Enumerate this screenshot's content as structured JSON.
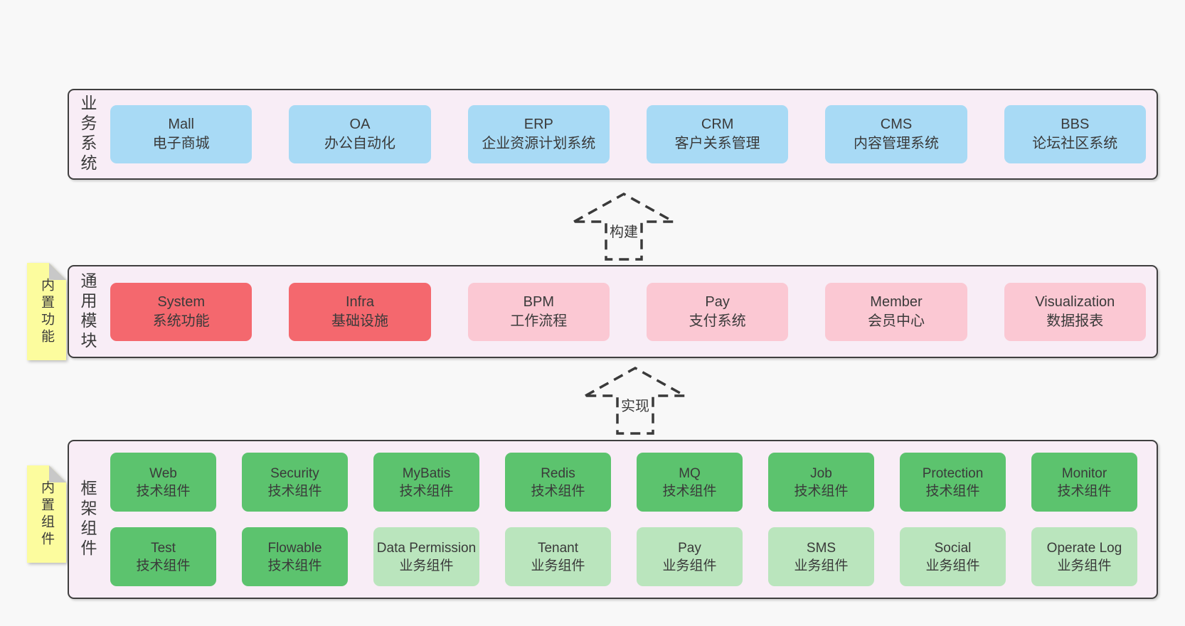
{
  "page": {
    "background": "#f8f8f8",
    "band_background": "#f8edf6",
    "border_color": "#3f3f3f",
    "text_color": "#3a3a3a"
  },
  "sticky_style": {
    "bg": "#fcfc9e",
    "fold": "#c8c8c8"
  },
  "bands": {
    "business": {
      "label": "业务系统",
      "bg": "#f8edf6",
      "boxes": [
        {
          "title": "Mall",
          "subtitle": "电子商城",
          "bg": "#a8daf5"
        },
        {
          "title": "OA",
          "subtitle": "办公自动化",
          "bg": "#a8daf5"
        },
        {
          "title": "ERP",
          "subtitle": "企业资源计划系统",
          "bg": "#a8daf5"
        },
        {
          "title": "CRM",
          "subtitle": "客户关系管理",
          "bg": "#a8daf5"
        },
        {
          "title": "CMS",
          "subtitle": "内容管理系统",
          "bg": "#a8daf5"
        },
        {
          "title": "BBS",
          "subtitle": "论坛社区系统",
          "bg": "#a8daf5"
        }
      ]
    },
    "modules": {
      "label": "通用模块",
      "bg": "#f8edf6",
      "sticky": "内置功能",
      "boxes": [
        {
          "title": "System",
          "subtitle": "系统功能",
          "bg": "#f4686e"
        },
        {
          "title": "Infra",
          "subtitle": "基础设施",
          "bg": "#f4686e"
        },
        {
          "title": "BPM",
          "subtitle": "工作流程",
          "bg": "#fbc8d3"
        },
        {
          "title": "Pay",
          "subtitle": "支付系统",
          "bg": "#fbc8d3"
        },
        {
          "title": "Member",
          "subtitle": "会员中心",
          "bg": "#fbc8d3"
        },
        {
          "title": "Visualization",
          "subtitle": "数据报表",
          "bg": "#fbc8d3"
        }
      ]
    },
    "components": {
      "label": "框架组件",
      "bg": "#f8edf6",
      "sticky": "内置组件",
      "row1": [
        {
          "title": "Web",
          "subtitle": "技术组件",
          "bg": "#5cc36e"
        },
        {
          "title": "Security",
          "subtitle": "技术组件",
          "bg": "#5cc36e"
        },
        {
          "title": "MyBatis",
          "subtitle": "技术组件",
          "bg": "#5cc36e"
        },
        {
          "title": "Redis",
          "subtitle": "技术组件",
          "bg": "#5cc36e"
        },
        {
          "title": "MQ",
          "subtitle": "技术组件",
          "bg": "#5cc36e"
        },
        {
          "title": "Job",
          "subtitle": "技术组件",
          "bg": "#5cc36e"
        },
        {
          "title": "Protection",
          "subtitle": "技术组件",
          "bg": "#5cc36e"
        },
        {
          "title": "Monitor",
          "subtitle": "技术组件",
          "bg": "#5cc36e"
        }
      ],
      "row2": [
        {
          "title": "Test",
          "subtitle": "技术组件",
          "bg": "#5cc36e"
        },
        {
          "title": "Flowable",
          "subtitle": "技术组件",
          "bg": "#5cc36e"
        },
        {
          "title": "Data Permission",
          "subtitle": "业务组件",
          "bg": "#bae5bd"
        },
        {
          "title": "Tenant",
          "subtitle": "业务组件",
          "bg": "#bae5bd"
        },
        {
          "title": "Pay",
          "subtitle": "业务组件",
          "bg": "#bae5bd"
        },
        {
          "title": "SMS",
          "subtitle": "业务组件",
          "bg": "#bae5bd"
        },
        {
          "title": "Social",
          "subtitle": "业务组件",
          "bg": "#bae5bd"
        },
        {
          "title": "Operate Log",
          "subtitle": "业务组件",
          "bg": "#bae5bd"
        }
      ]
    }
  },
  "arrows": {
    "build": {
      "label": "构建"
    },
    "implement": {
      "label": "实现"
    }
  }
}
